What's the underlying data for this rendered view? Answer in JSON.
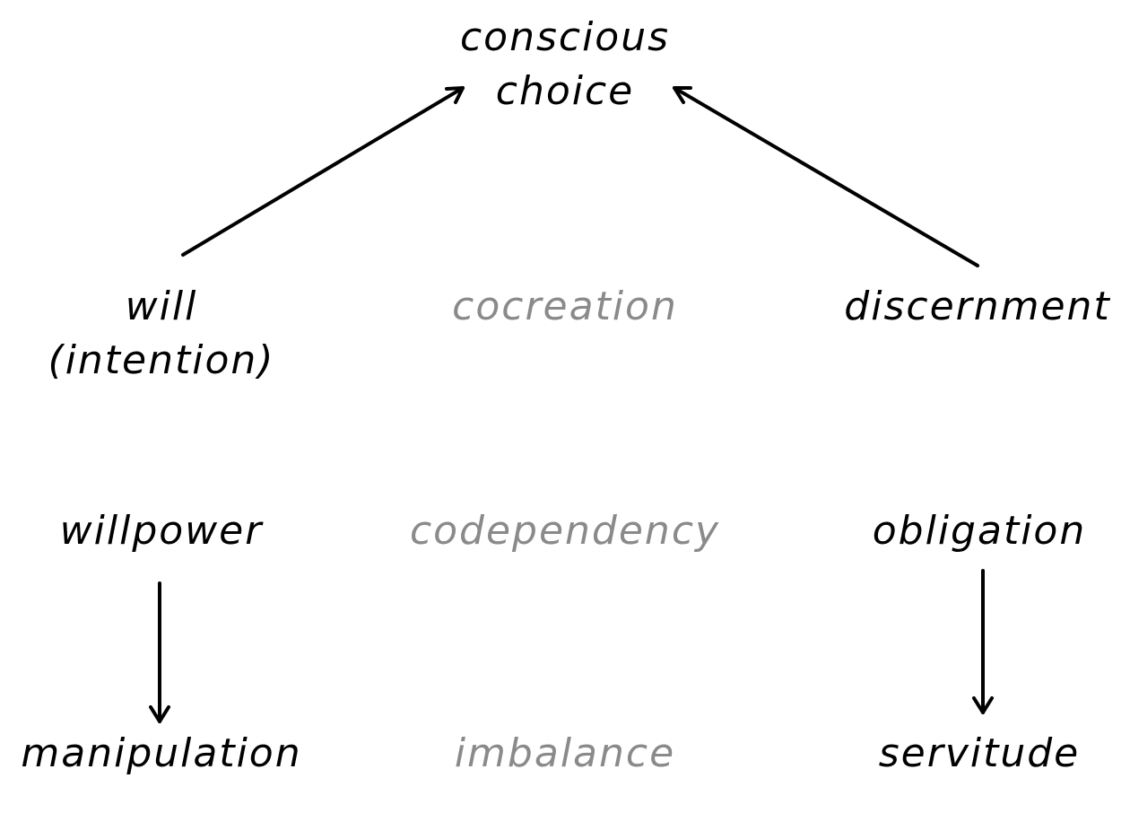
{
  "colors": {
    "primary_text": "#000000",
    "secondary_text": "#8a8a8a",
    "arrow": "#000000",
    "background": "#ffffff"
  },
  "nodes": {
    "conscious_choice": [
      "conscious",
      "choice"
    ],
    "will": [
      "will",
      "(intention)"
    ],
    "cocreation": "cocreation",
    "discernment": "discernment",
    "willpower": "willpower",
    "codependency": "codependency",
    "obligation": "obligation",
    "manipulation": "manipulation",
    "imbalance": "imbalance",
    "servitude": "servitude"
  },
  "edges": [
    {
      "from": "will",
      "to": "conscious_choice"
    },
    {
      "from": "discernment",
      "to": "conscious_choice"
    },
    {
      "from": "willpower",
      "to": "manipulation"
    },
    {
      "from": "obligation",
      "to": "servitude"
    }
  ]
}
